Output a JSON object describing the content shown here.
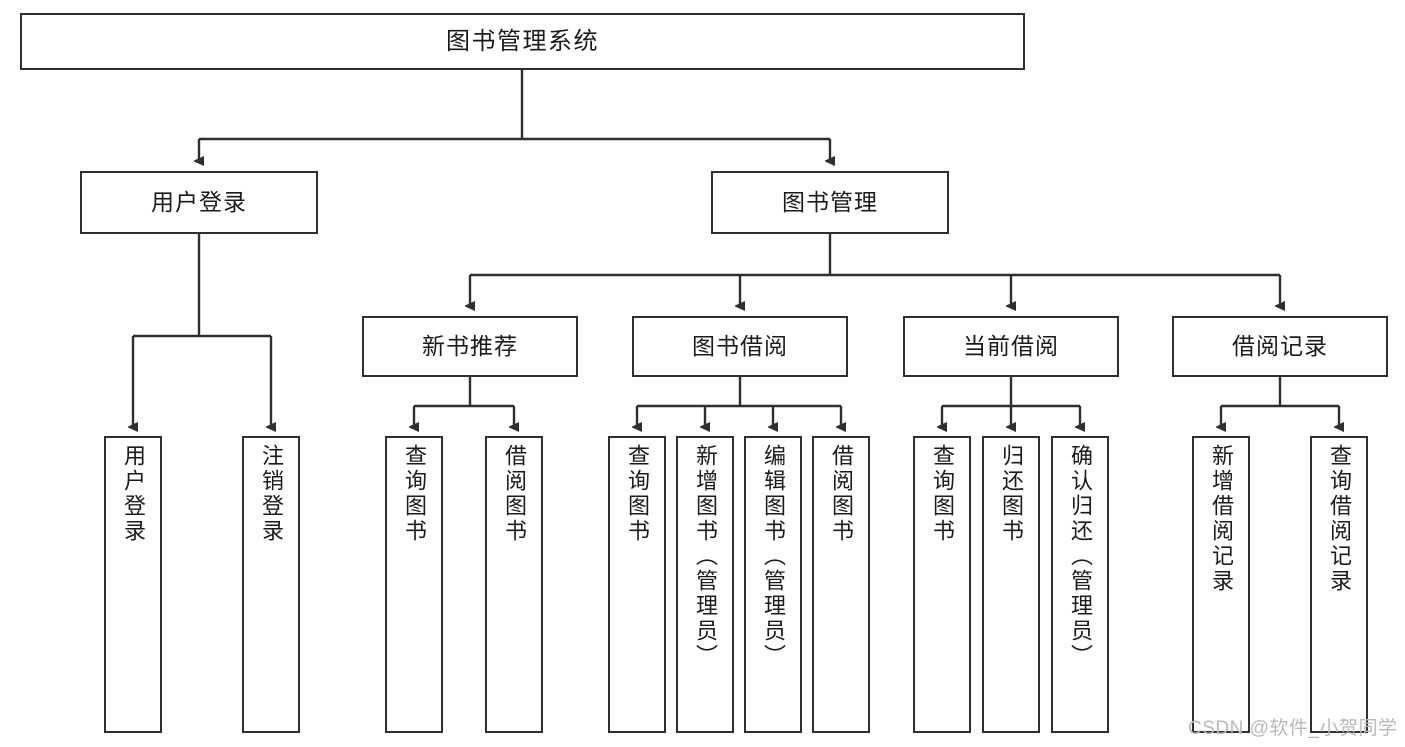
{
  "diagram": {
    "title": "图书管理系统",
    "type": "functional-structure-tree",
    "root": {
      "label": "图书管理系统"
    },
    "level2": [
      {
        "label": "用户登录"
      },
      {
        "label": "图书管理"
      }
    ],
    "level3": [
      {
        "label": "新书推荐"
      },
      {
        "label": "图书借阅"
      },
      {
        "label": "当前借阅"
      },
      {
        "label": "借阅记录"
      }
    ],
    "leaves": {
      "user_login": [
        {
          "label": "用户登录"
        },
        {
          "label": "注销登录"
        }
      ],
      "new_book_recommend": [
        {
          "label": "查询图书"
        },
        {
          "label": "借阅图书"
        }
      ],
      "book_borrow": [
        {
          "label": "查询图书"
        },
        {
          "label": "新增图书（管理员）"
        },
        {
          "label": "编辑图书（管理员）"
        },
        {
          "label": "借阅图书"
        }
      ],
      "current_borrow": [
        {
          "label": "查询图书"
        },
        {
          "label": "归还图书"
        },
        {
          "label": "确认归还（管理员）"
        }
      ],
      "borrow_record": [
        {
          "label": "新增借阅记录"
        },
        {
          "label": "查询借阅记录"
        }
      ]
    }
  },
  "watermark": {
    "text": "CSDN @软件_小贺同学"
  },
  "colors": {
    "background": "#ffffff",
    "box_border": "#2f2f2f",
    "box_fill": "#ffffff",
    "text": "#1b1b1b",
    "connector": "#2f2f2f",
    "watermark": "#b9b9b9"
  }
}
